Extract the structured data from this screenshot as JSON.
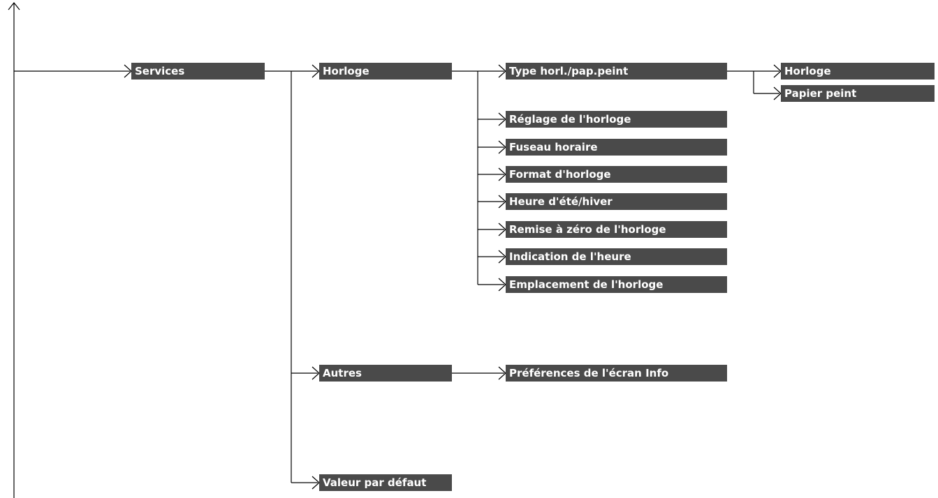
{
  "menu": {
    "services": "Services",
    "horloge": "Horloge",
    "autres": "Autres",
    "valeur_par_defaut": "Valeur par défaut",
    "horloge_items": [
      "Type horl./pap.peint",
      "Réglage de l'horloge",
      "Fuseau horaire",
      "Format d'horloge",
      "Heure d'été/hiver",
      "Remise à zéro de l'horloge",
      "Indication de l'heure",
      "Emplacement de l'horloge"
    ],
    "type_horl_items": [
      "Horloge",
      "Papier peint"
    ],
    "autres_items": [
      "Préférences de l'écran Info"
    ]
  },
  "colors": {
    "box": "#4a4a4a",
    "text": "#ffffff",
    "line": "#000000"
  }
}
